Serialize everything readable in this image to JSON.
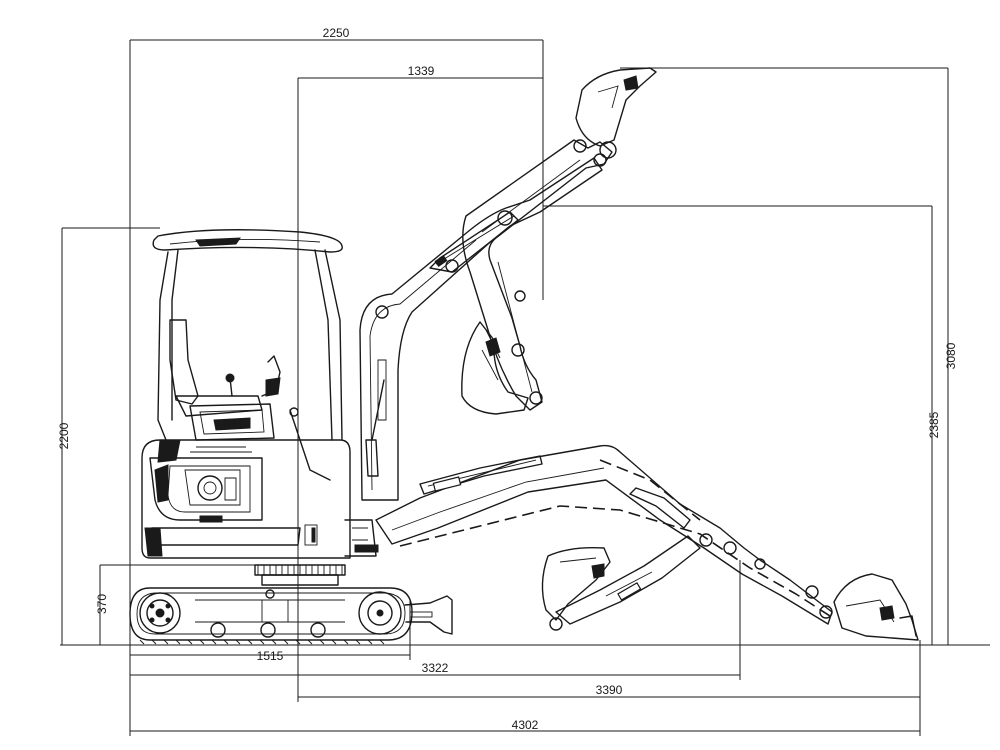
{
  "dimensions": {
    "overall_length": "4302",
    "bucket_reach": "3390",
    "dig_reach": "3322",
    "track_length": "1515",
    "max_dig_height": "3080",
    "max_dump_height": "2385",
    "machine_height": "2200",
    "blade_height": "370",
    "swing_radius": "2250",
    "min_swing_radius": "1339"
  }
}
